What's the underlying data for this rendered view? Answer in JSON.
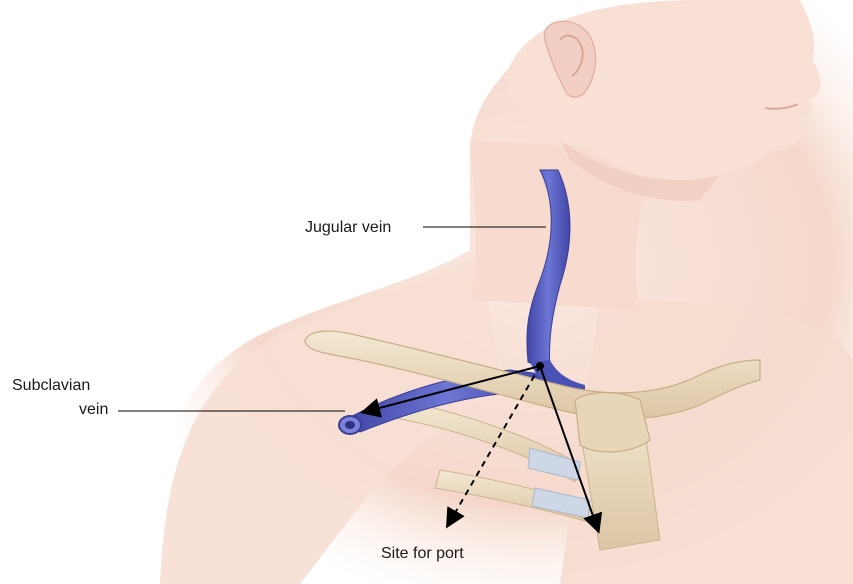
{
  "labels": {
    "jugular_vein": "Jugular vein",
    "subclavian_line1": "Subclavian",
    "subclavian_line2": "vein",
    "site_for_port": "Site for port"
  },
  "colors": {
    "skin": "#f6ddd2",
    "skin_shadow": "#edc6b6",
    "vein": "#5a62c0",
    "bone": "#eedcc0",
    "cartilage": "#cdd7e6",
    "arrow": "#000000"
  }
}
